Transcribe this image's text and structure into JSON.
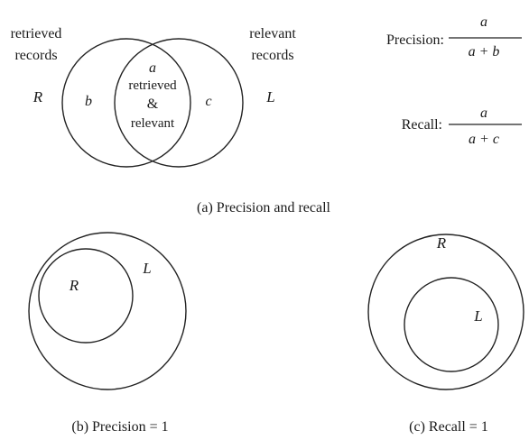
{
  "venn": {
    "retrieved_label_1": "retrieved",
    "retrieved_label_2": "records",
    "relevant_label_1": "relevant",
    "relevant_label_2": "records",
    "set_r": "R",
    "set_l": "L",
    "region_b": "b",
    "region_c": "c",
    "region_a": "a",
    "intersection_1": "retrieved",
    "intersection_2": "&",
    "intersection_3": "relevant",
    "caption": "(a) Precision and recall"
  },
  "formulas": {
    "precision_label": "Precision:",
    "precision_numerator": "a",
    "precision_denominator": "a + b",
    "recall_label": "Recall:",
    "recall_numerator": "a",
    "recall_denominator": "a + c"
  },
  "panel_b": {
    "inner": "R",
    "outer": "L",
    "caption": "(b) Precision = 1"
  },
  "panel_c": {
    "outer": "R",
    "inner": "L",
    "caption": "(c) Recall = 1"
  }
}
